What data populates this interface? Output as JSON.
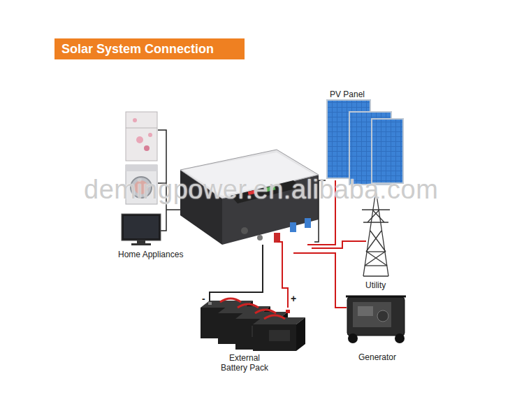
{
  "diagram": {
    "title": "Solar System Connection",
    "labels": [
      "PV Panel",
      "Home Appliances",
      "Utility",
      "External Battery Pack",
      "Generator",
      "-",
      "+",
      "demingpower.en.alibaba.com"
    ]
  }
}
